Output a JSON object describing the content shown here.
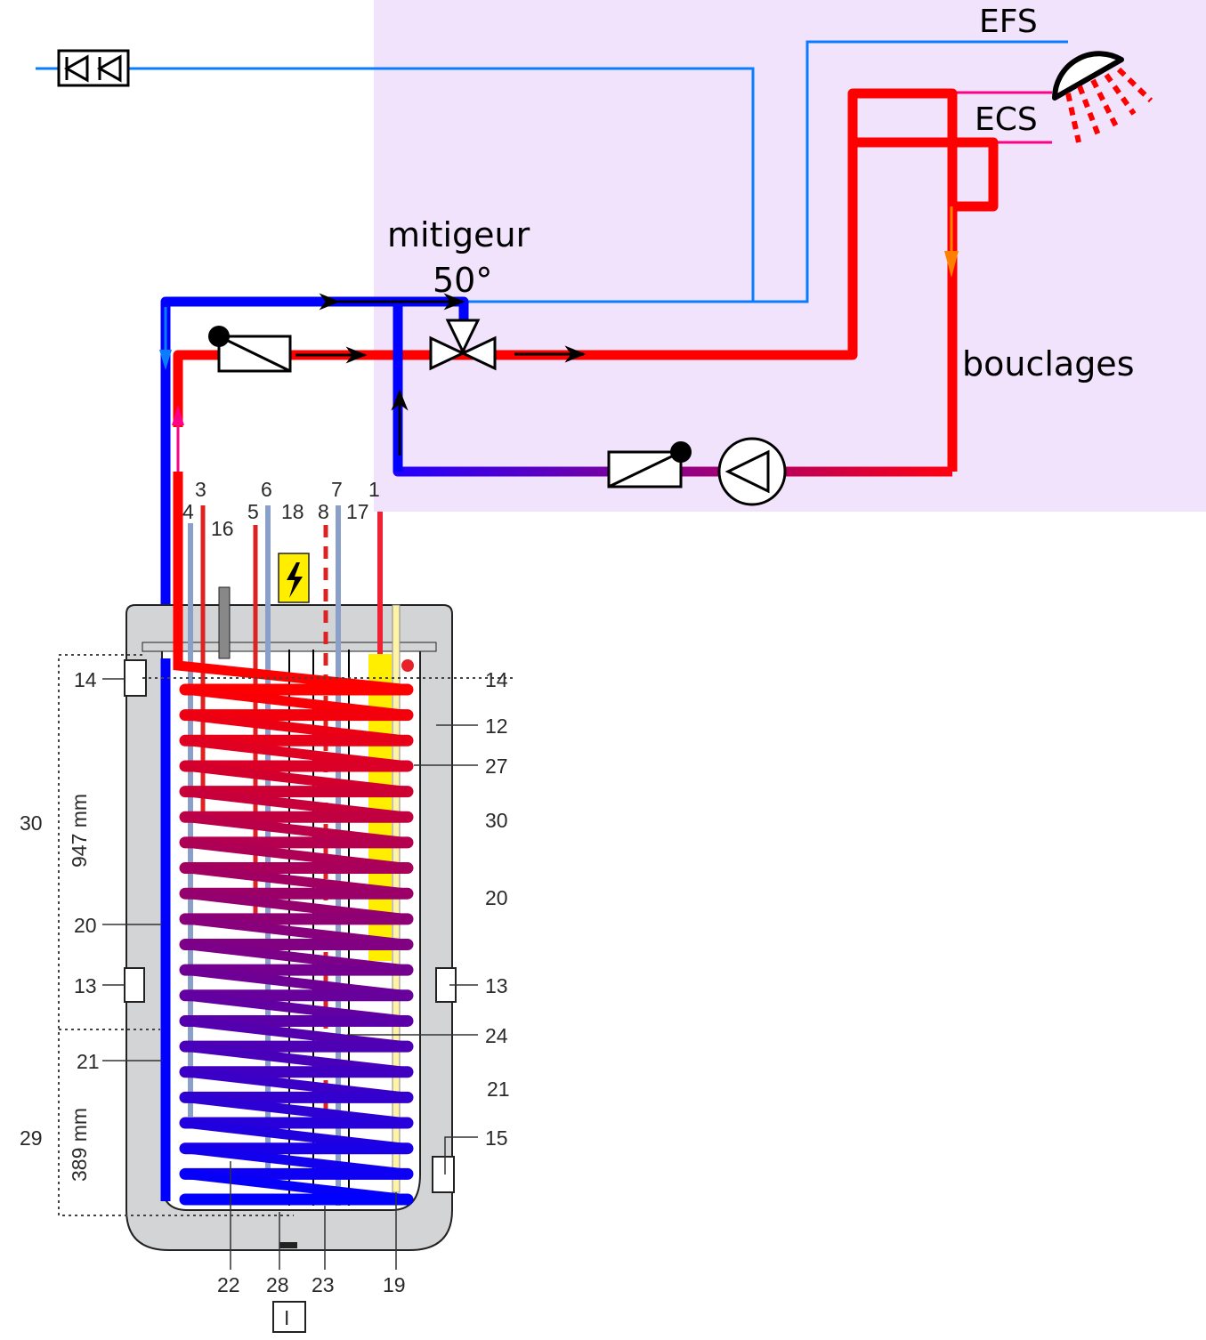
{
  "colors": {
    "cold_pipe": "#0000ff",
    "cold_feed": "#0a7cff",
    "hot_pipe": "#ff0000",
    "return_mix": "#880088",
    "ecs_tap": "#ff0088",
    "flow_arrow_orange": "#ff7f00",
    "zone_background": "#f2e3fc",
    "tank_shell": "#d3d4d6",
    "heater_yellow": "#ffee00",
    "coil_top": "#ff0000",
    "coil_bottom": "#0000ff"
  },
  "labels": {
    "efs": "EFS",
    "ecs": "ECS",
    "mixer_line1": "mitigeur",
    "mixer_line2": "50°",
    "loop": "bouclages"
  },
  "connection_numbers": {
    "n3": "3",
    "n4": "4",
    "n16": "16",
    "n5": "5",
    "n6": "6",
    "n18": "18",
    "n8": "8",
    "n7": "7",
    "n17": "17",
    "n1": "1"
  },
  "left_callouts": {
    "c14": "14",
    "c30": "30",
    "c20": "20",
    "c13": "13",
    "c21": "21",
    "c29": "29"
  },
  "dimensions": {
    "upper": "947 mm",
    "lower": "389 mm"
  },
  "right_callouts": {
    "c14": "14",
    "c12": "12",
    "c27": "27",
    "c30": "30",
    "c20": "20",
    "c13": "13",
    "c24": "24",
    "c21": "21",
    "c15": "15"
  },
  "bottom_callouts": {
    "c22": "22",
    "c28": "28",
    "c23": "23",
    "c19": "19"
  },
  "figure_tag": "I",
  "symbols": {
    "backflow_preventer": "double-check-valve-icon",
    "shower": "shower-head-icon",
    "mixer": "three-way-mixing-valve-icon",
    "check_valve": "check-valve-icon",
    "pump": "circulator-pump-icon",
    "electric_heater": "high-voltage-icon"
  }
}
